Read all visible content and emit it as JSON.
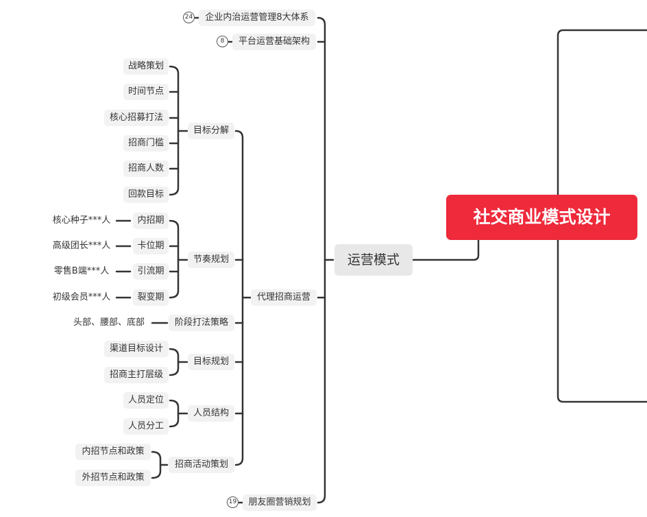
{
  "root": {
    "label": "社交商业模式设计"
  },
  "branch": {
    "label": "运营模式"
  },
  "top_items": [
    {
      "label": "企业内治运营管理8大体系",
      "count": "24"
    },
    {
      "label": "平台运营基础架构",
      "count": "8"
    }
  ],
  "bottom_item": {
    "label": "朋友圈营销规划",
    "count": "19"
  },
  "agent": {
    "label": "代理招商运营",
    "target_breakdown": {
      "label": "目标分解",
      "items": [
        "战略策划",
        "时间节点",
        "核心招募打法",
        "招商门槛",
        "招商人数",
        "回款目标"
      ]
    },
    "rhythm": {
      "label": "节奏规划",
      "phases": [
        {
          "label": "内招期",
          "detail": "核心种子***人"
        },
        {
          "label": "卡位期",
          "detail": "高级团长***人"
        },
        {
          "label": "引流期",
          "detail": "零售B端***人"
        },
        {
          "label": "裂变期",
          "detail": "初级会员***人"
        }
      ]
    },
    "stage_strategy": {
      "label": "阶段打法策略",
      "detail": "头部、腰部、底部"
    },
    "target_planning": {
      "label": "目标规划",
      "items": [
        "渠道目标设计",
        "招商主打层级"
      ]
    },
    "staff_structure": {
      "label": "人员结构",
      "items": [
        "人员定位",
        "人员分工"
      ]
    },
    "campaign": {
      "label": "招商活动策划",
      "items": [
        "内招节点和政策",
        "外招节点和政策"
      ]
    }
  }
}
